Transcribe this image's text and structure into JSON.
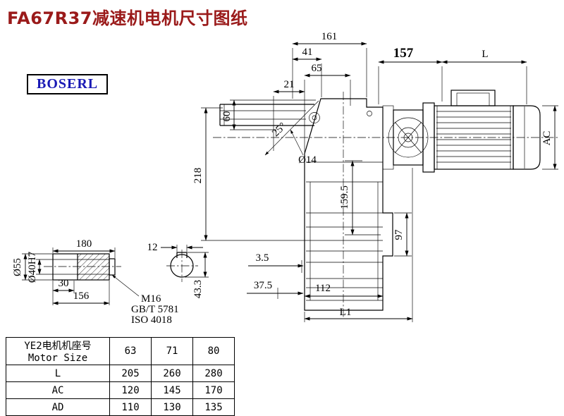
{
  "title": "FA67R37减速机电机尺寸图纸",
  "logo": "BOSERL",
  "colors": {
    "title": "#9a1a1a",
    "logo": "#1a1ab5"
  },
  "main_drawing": {
    "dims": {
      "d161": "161",
      "d41": "41",
      "d65": "65",
      "d21": "21",
      "d157": "157",
      "L": "L",
      "d60": "60",
      "d218": "218",
      "dia14": "Ø14",
      "ang25": "25°",
      "AC": "AC",
      "d159_5": "159.5",
      "d97": "97",
      "d3_5": "3.5",
      "d37_5": "37.5",
      "d112": "112",
      "L1": "L1"
    }
  },
  "shaft_drawing": {
    "dims": {
      "d180": "180",
      "d12": "12",
      "dia55": "Ø55",
      "dia40": "Ø40H7",
      "d30": "30",
      "d156": "156",
      "d43_3": "43.3",
      "thread": "M16",
      "std1": "GB/T 5781",
      "std2": "ISO 4018"
    }
  },
  "table": {
    "header_cn": "YE2电机机座号",
    "header_en": "Motor Size",
    "sizes": [
      "63",
      "71",
      "80"
    ],
    "rows": [
      {
        "label": "L",
        "values": [
          "205",
          "260",
          "280"
        ]
      },
      {
        "label": "AC",
        "values": [
          "120",
          "145",
          "170"
        ]
      },
      {
        "label": "AD",
        "values": [
          "110",
          "130",
          "135"
        ]
      }
    ]
  }
}
